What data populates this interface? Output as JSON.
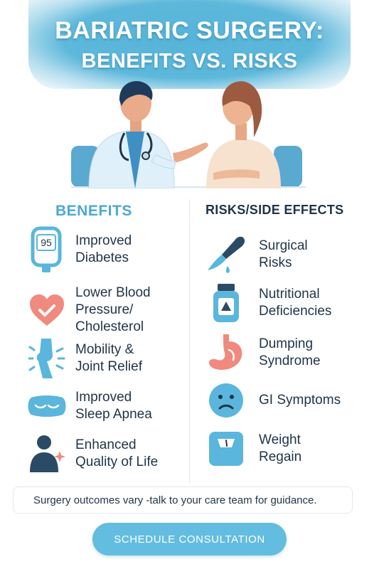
{
  "header": {
    "title_line1": "BARIATRIC SURGERY:",
    "title_line2": "BENEFITS VS. RISKS"
  },
  "colors": {
    "accent": "#5ab6dc",
    "heart": "#f08a7e",
    "text": "#1f3448"
  },
  "benefits": {
    "heading": "BENEFITS",
    "glucose_reading": "95",
    "items": [
      {
        "icon": "glucose-meter-icon",
        "label": "Improved\nDiabetes"
      },
      {
        "icon": "heart-check-icon",
        "label": "Lower Blood\nPressure/\nCholesterol"
      },
      {
        "icon": "knee-joint-icon",
        "label": "Mobility &\nJoint Relief"
      },
      {
        "icon": "sleep-mask-icon",
        "label": "Improved\nSleep Apnea"
      },
      {
        "icon": "person-sparkle-icon",
        "label": "Enhanced\nQuality of Life"
      }
    ]
  },
  "risks": {
    "heading": "RISKS/SIDE EFFECTS",
    "items": [
      {
        "icon": "scalpel-icon",
        "label": "Surgical\nRisks"
      },
      {
        "icon": "supplement-bottle-icon",
        "label": "Nutritional\nDeficiencies"
      },
      {
        "icon": "stomach-icon",
        "label": "Dumping\nSyndrome"
      },
      {
        "icon": "nauseous-face-icon",
        "label": "GI Symptoms"
      },
      {
        "icon": "scale-icon",
        "label": "Weight\nRegain"
      }
    ]
  },
  "footer": {
    "note": "Surgery outcomes vary -talk to your care team for guidance.",
    "cta_label": "SCHEDULE CONSULTATION"
  }
}
